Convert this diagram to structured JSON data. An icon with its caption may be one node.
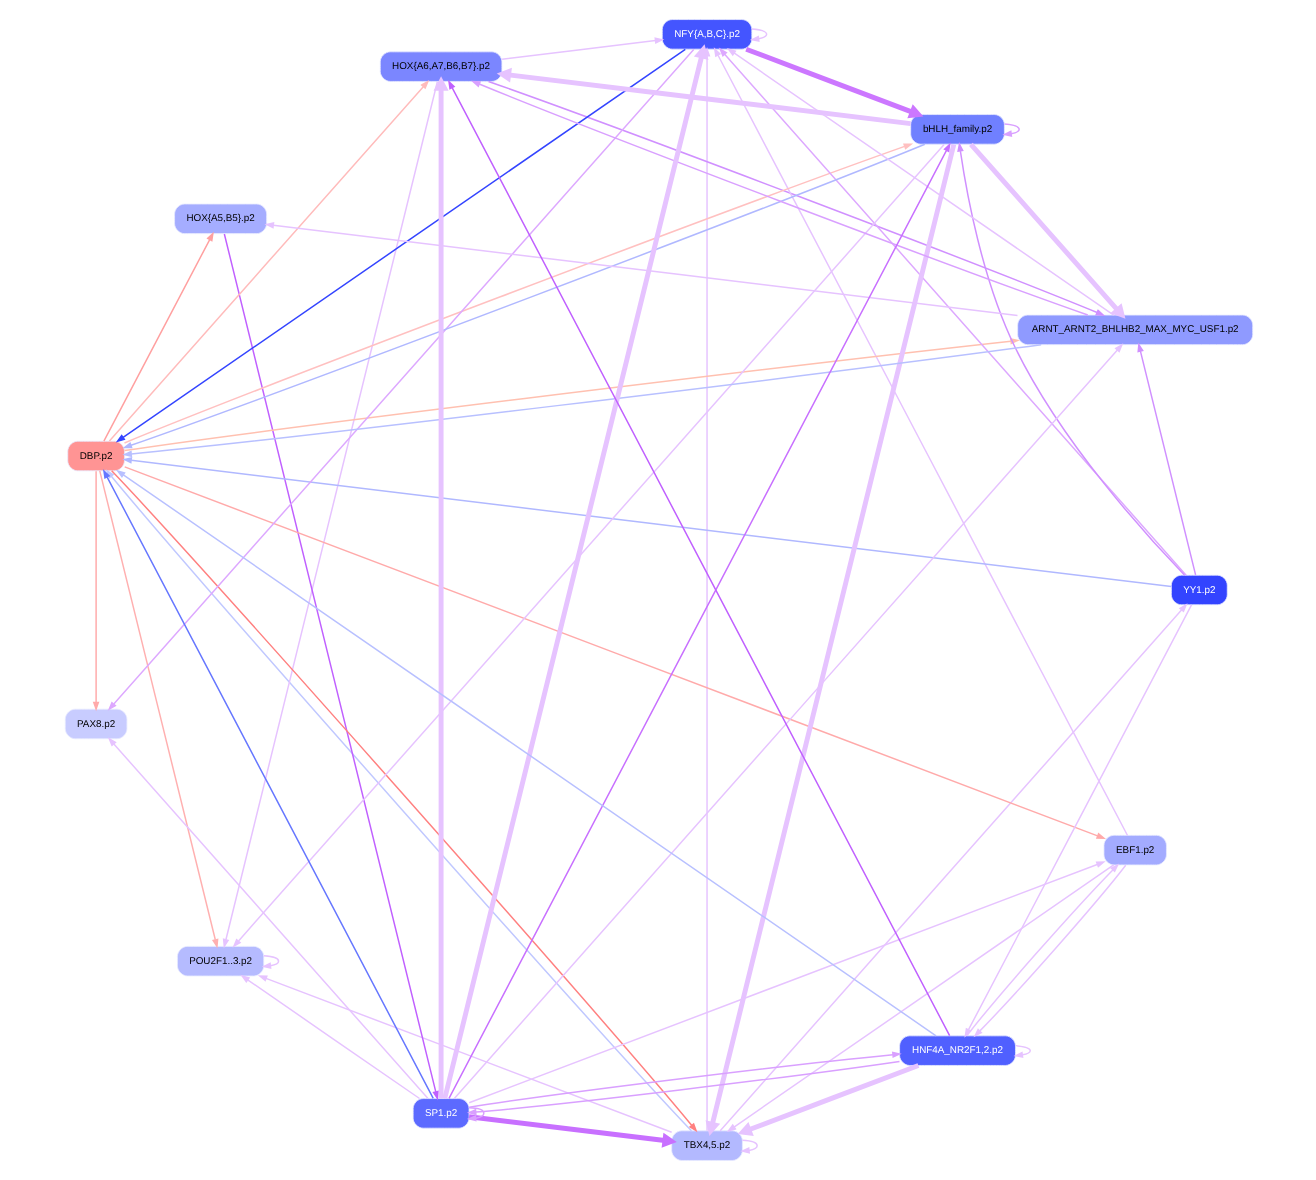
{
  "diagram": {
    "nodes": [
      {
        "text": [
          "TBX4,5.p2"
        ]
      },
      {
        "text": [
          "HOX{A6,A7,B6,B7}.p2"
        ]
      },
      {
        "text": [
          "PAX8.p2"
        ]
      },
      {
        "text": [
          "HOX{A5,B5}.p2"
        ]
      },
      {
        "text": [
          "EBF1.p2"
        ]
      },
      {
        "text": [
          "POU2F1..3.p2"
        ]
      },
      {
        "text": [
          "DBP.p2"
        ]
      },
      {
        "text": [
          "YY1.p2"
        ]
      },
      {
        "text": [
          "NFY{A,B,C}.p2"
        ]
      },
      {
        "text": [
          "bHLH_family.p2"
        ]
      },
      {
        "text": [
          "ARNT_ARNT2_BHLHB2_MAX_MYC_USF1.p2"
        ]
      },
      {
        "text": [
          "SP1.p2"
        ]
      },
      {
        "text": [
          "HNF4A_NR2F1,2.p2"
        ]
      }
    ],
    "edges": [
      {
        "from": 6,
        "to": 0,
        "arrow": "to",
        "color": "#ff8080"
      },
      {
        "from": 0,
        "to": 6,
        "arrow": "to",
        "color": "#c0c8ff"
      },
      {
        "from": 6,
        "to": 2,
        "arrow": "to",
        "color": "#ffaaaa"
      },
      {
        "from": 6,
        "to": 4,
        "arrow": "to",
        "color": "#ffaaaa"
      },
      {
        "from": 6,
        "to": 1,
        "arrow": "to",
        "color": "#ffbbbb"
      },
      {
        "from": 6,
        "to": 3,
        "arrow": "to",
        "color": "#ffa0a0"
      },
      {
        "from": 6,
        "to": 5,
        "arrow": "to",
        "color": "#ffb0b0"
      },
      {
        "from": 8,
        "to": 6,
        "arrow": "to",
        "color": "#3344ff"
      },
      {
        "from": 7,
        "to": 6,
        "arrow": "to",
        "color": "#b0b8ff"
      },
      {
        "from": 9,
        "to": 6,
        "arrow": "to",
        "color": "#b0b8ff"
      },
      {
        "from": 6,
        "to": 9,
        "arrow": "to",
        "color": "#ffc0c0"
      },
      {
        "from": 11,
        "to": 6,
        "arrow": "to",
        "color": "#6677ff"
      },
      {
        "from": 12,
        "to": 6,
        "arrow": "to",
        "color": "#b8c0ff"
      },
      {
        "from": 10,
        "to": 6,
        "arrow": "to",
        "color": "#b8c0ff"
      },
      {
        "from": 6,
        "to": 10,
        "arrow": "to",
        "color": "#ffc0b0"
      },
      {
        "from": 0,
        "to": 0,
        "arrow": "to"
      },
      {
        "from": 5,
        "to": 5,
        "arrow": "to"
      },
      {
        "from": 8,
        "to": 8,
        "arrow": "to"
      },
      {
        "from": 9,
        "to": 9,
        "arrow": "to",
        "color": "#d9a0ff"
      },
      {
        "from": 11,
        "to": 11,
        "arrow": "to",
        "color": "#d9a0ff"
      },
      {
        "from": 12,
        "to": 12,
        "arrow": "to"
      },
      {
        "from": 11,
        "to": 12,
        "arrow": "to",
        "color": "#d9a0ff"
      },
      {
        "from": 12,
        "to": 11,
        "arrow": "to",
        "color": "#d9a0ff"
      },
      {
        "from": 3,
        "to": 11,
        "arrow": "to",
        "color": "#c060ff"
      },
      {
        "from": 7,
        "to": 9,
        "arrow": "to",
        "color": "#d090ff"
      },
      {
        "from": 7,
        "to": 8,
        "arrow": "to",
        "color": "#dda8ff"
      },
      {
        "from": 7,
        "to": 10,
        "arrow": "to",
        "color": "#d090ff"
      },
      {
        "from": 7,
        "to": 12,
        "arrow": "to"
      },
      {
        "from": 11,
        "to": 9,
        "arrow": "to",
        "color": "#c870ff"
      },
      {
        "from": 11,
        "to": 0,
        "arrow": "to",
        "style": "thick",
        "color": "#c870ff"
      },
      {
        "from": 11,
        "to": 1,
        "arrow": "to",
        "style": "thick"
      },
      {
        "from": 11,
        "to": 8,
        "arrow": "to",
        "style": "thick"
      },
      {
        "from": 11,
        "to": 10,
        "arrow": "to"
      },
      {
        "from": 11,
        "to": 5,
        "arrow": "to"
      },
      {
        "from": 11,
        "to": 2,
        "arrow": "to"
      },
      {
        "from": 11,
        "to": 4,
        "arrow": "to"
      },
      {
        "from": 4,
        "to": 0,
        "arrow": "to"
      },
      {
        "from": 4,
        "to": 8,
        "arrow": "to"
      },
      {
        "from": 4,
        "to": 12,
        "arrow": "to"
      },
      {
        "from": 8,
        "to": 2,
        "arrow": "to",
        "color": "#dda8ff"
      },
      {
        "from": 0,
        "to": 8,
        "arrow": "to"
      },
      {
        "from": 0,
        "to": 5,
        "arrow": "to"
      },
      {
        "from": 0,
        "to": 7,
        "arrow": "to"
      },
      {
        "from": 1,
        "to": 8,
        "arrow": "to"
      },
      {
        "from": 1,
        "to": 5,
        "arrow": "to"
      },
      {
        "from": 1,
        "to": 10,
        "arrow": "to",
        "color": "#d090ff"
      },
      {
        "from": 10,
        "to": 1,
        "arrow": "to",
        "color": "#d9a0ff"
      },
      {
        "from": 10,
        "to": 3,
        "arrow": "to"
      },
      {
        "from": 10,
        "to": 8,
        "arrow": "to"
      },
      {
        "from": 9,
        "to": 0,
        "arrow": "to",
        "style": "thick"
      },
      {
        "from": 9,
        "to": 1,
        "arrow": "to",
        "style": "thick"
      },
      {
        "from": 9,
        "to": 5,
        "arrow": "to"
      },
      {
        "from": 9,
        "to": 10,
        "arrow": "to",
        "style": "thick"
      },
      {
        "from": 8,
        "to": 9,
        "arrow": "to",
        "style": "thick",
        "color": "#cc77ff"
      },
      {
        "from": 12,
        "to": 1,
        "arrow": "to",
        "color": "#c060ff"
      },
      {
        "from": 12,
        "to": 0,
        "arrow": "to",
        "style": "thick"
      },
      {
        "from": 12,
        "to": 4,
        "arrow": "to"
      }
    ]
  }
}
